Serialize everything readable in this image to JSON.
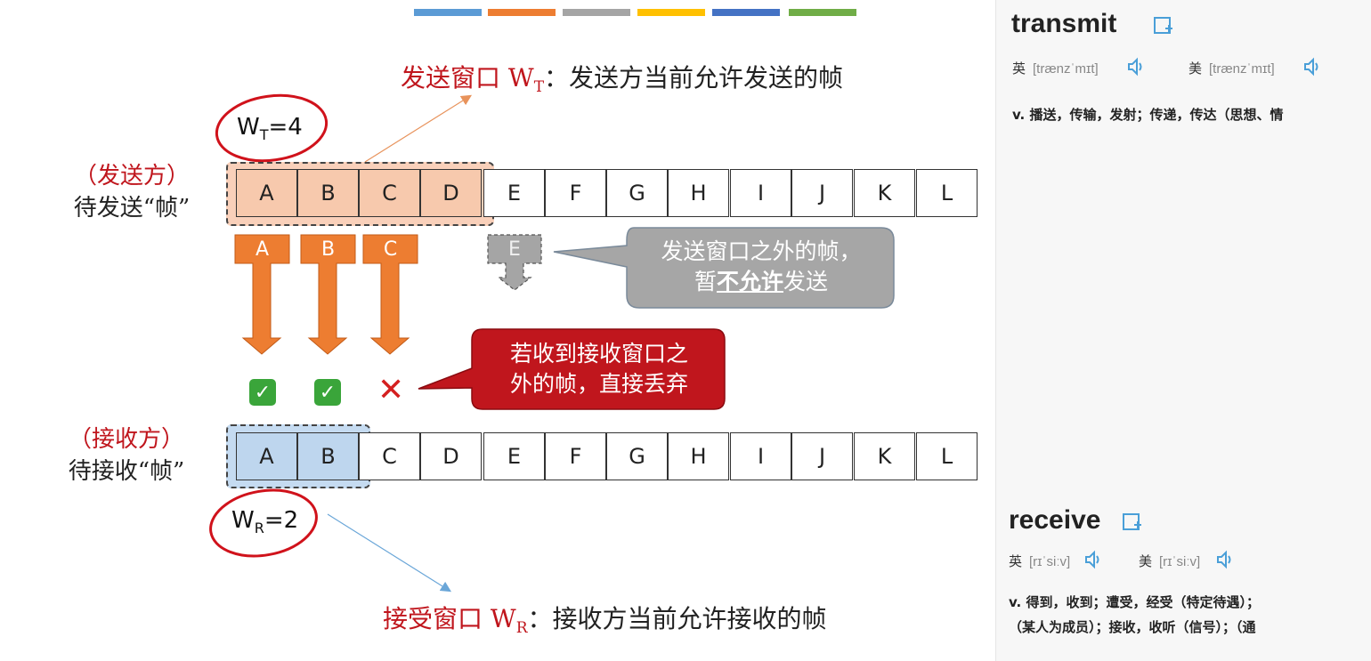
{
  "colorbars": [
    "#5b9bd5",
    "#ed7d31",
    "#a5a5a5",
    "#ffc000",
    "#4472c4",
    "#70ad47"
  ],
  "sender": {
    "title_red": "发送窗口 W",
    "title_sub": "T",
    "title_rest": "：发送方当前允许发送的帧",
    "label_line1": "（发送方）",
    "label_line2": "待发送“帧”",
    "window_label_main": "W",
    "window_label_sub": "T",
    "window_label_value": "=4",
    "cells": [
      "A",
      "B",
      "C",
      "D",
      "E",
      "F",
      "G",
      "H",
      "I",
      "J",
      "K",
      "L"
    ],
    "in_flight": [
      "A",
      "B",
      "C"
    ],
    "blocked": "E"
  },
  "receiver": {
    "title_red": "接受窗口 W",
    "title_sub": "R",
    "title_rest": "：接收方当前允许接收的帧",
    "label_line1": "（接收方）",
    "label_line2": "待接收“帧”",
    "window_label_main": "W",
    "window_label_sub": "R",
    "window_label_value": "=2",
    "cells": [
      "A",
      "B",
      "C",
      "D",
      "E",
      "F",
      "G",
      "H",
      "I",
      "J",
      "K",
      "L"
    ]
  },
  "callouts": {
    "gray_line1": "发送窗口之外的帧，",
    "gray_line2_pre": "暂",
    "gray_line2_emph": "不允许",
    "gray_line2_post": "发送",
    "red_line1": "若收到接收窗口之",
    "red_line2": "外的帧，直接丢弃"
  },
  "dictionary": [
    {
      "word": "transmit",
      "uk_label": "英",
      "uk_phonetic": "[trænzˈmɪt]",
      "us_label": "美",
      "us_phonetic": "[trænzˈmɪt]",
      "definition": "v. 播送，传输，发射；传递，传达（思想、情"
    },
    {
      "word": "receive",
      "uk_label": "英",
      "uk_phonetic": "[rɪˈsiːv]",
      "us_label": "美",
      "us_phonetic": "[rɪˈsiːv]",
      "definition": "v. 得到，收到；遭受，经受（特定待遇）；",
      "definition2": "（某人为成员）；接收，收听（信号）；（通"
    }
  ]
}
